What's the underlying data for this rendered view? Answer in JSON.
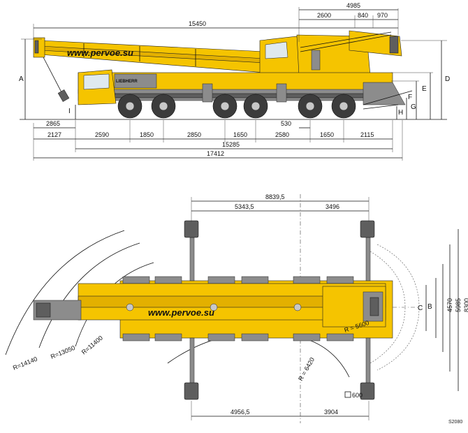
{
  "watermark": "www.pervoe.su",
  "brand": "LIEBHERR",
  "figure_code": "S2080",
  "side_view": {
    "top_dims": [
      "4985",
      "2600",
      "840",
      "970"
    ],
    "boom_length": "15450",
    "height_labels": [
      "A",
      "D",
      "E",
      "F",
      "G",
      "H",
      "I"
    ],
    "bottom_row1": [
      "2865",
      "530"
    ],
    "bottom_row2": [
      "2127",
      "2590",
      "1850",
      "2850",
      "1650",
      "2580",
      "1650",
      "2115"
    ],
    "wheelbase_total": "15285",
    "overall_length": "17412"
  },
  "top_view": {
    "top_total": "8839,5",
    "top_left": "5343,5",
    "top_right": "3496",
    "bottom_left": "4956,5",
    "bottom_right": "3904",
    "right_letters": [
      "C",
      "B"
    ],
    "right_dims": [
      "4570",
      "5985",
      "8300"
    ],
    "radii": [
      "R=14140",
      "R=13050",
      "R=11400",
      "R = 6420",
      "R = 5600"
    ],
    "pad_size": "600"
  }
}
